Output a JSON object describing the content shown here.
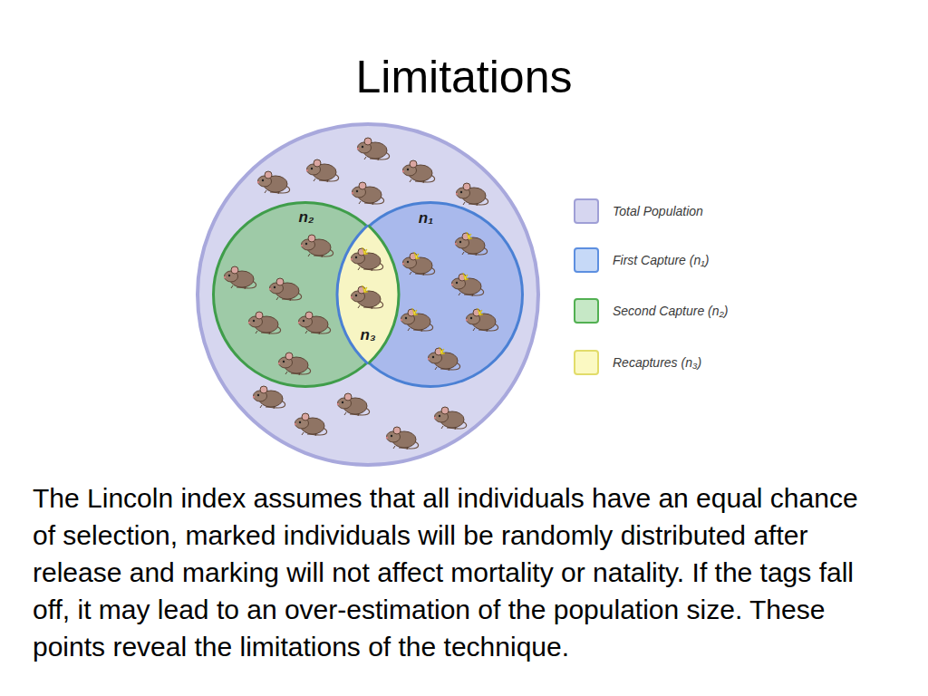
{
  "diagram": {
    "title": "Limitations",
    "caption": "The Lincoln index assumes that all individuals have an equal chance of selection, marked individuals will be randomly distributed after release and marking will not affect mortality or natality. If the tags fall off, it may lead to an over-estimation of the population size. These points reveal the limitations of the technique.",
    "nodes": [
      {
        "text": [
          "n₂"
        ]
      },
      {
        "text": [
          "n₁"
        ]
      },
      {
        "text": [
          "n₃"
        ]
      }
    ],
    "legend": [
      {
        "text": "Total Population",
        "color": "#d6d6f0"
      },
      {
        "text": "First Capture (n₁)",
        "color": "#c6d9f7"
      },
      {
        "text": "Second Capture (n₂)",
        "color": "#c6e8c6"
      },
      {
        "text": "Recaptures (n₃)",
        "color": "#fbf9c2"
      }
    ]
  }
}
